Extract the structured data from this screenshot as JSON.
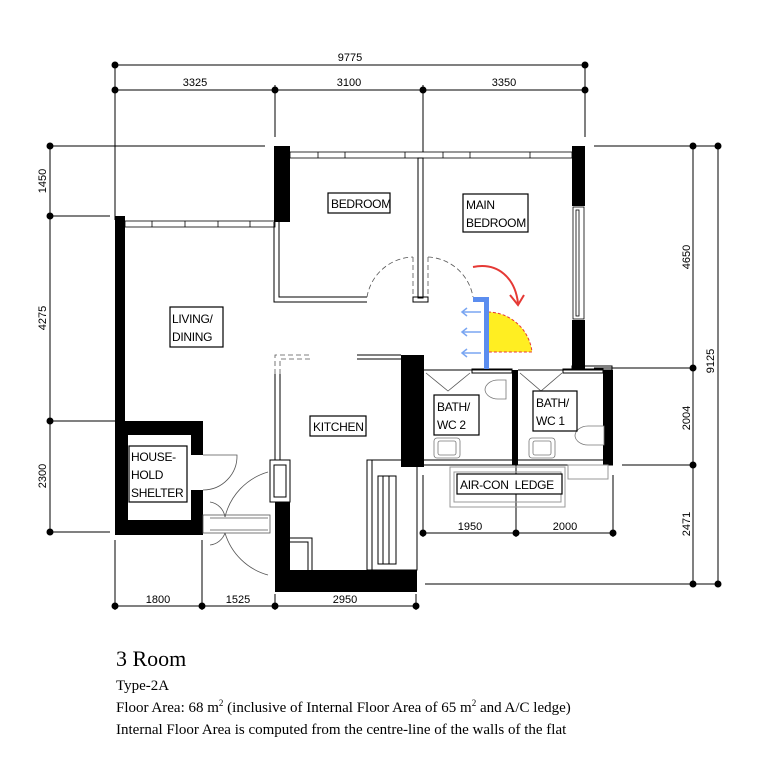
{
  "plan": {
    "dimensions": {
      "top_overall": "9775",
      "top_segments": [
        "3325",
        "3100",
        "3350"
      ],
      "left_segments": [
        "1450",
        "4275",
        "2300"
      ],
      "right_segments": [
        "4650",
        "2004",
        "2471"
      ],
      "right_overall": "9125",
      "bottom_segments": [
        "1800",
        "1525",
        "2950"
      ],
      "aircon_segments": [
        "1950",
        "2000"
      ]
    },
    "rooms": {
      "bedroom": [
        "BEDROOM"
      ],
      "main_bedroom": [
        "MAIN",
        "BEDROOM"
      ],
      "living_dining": [
        "LIVING/",
        "DINING"
      ],
      "kitchen": [
        "KITCHEN"
      ],
      "bath_wc2": [
        "BATH/",
        "WC  2"
      ],
      "bath_wc1": [
        "BATH/",
        "WC  1"
      ],
      "household_shelter": [
        "HOUSE-",
        "HOLD",
        "SHELTER"
      ],
      "aircon_ledge": "AIR-CON  LEDGE"
    },
    "annotation_colors": {
      "arrow_red": "#e53935",
      "wall_blue": "#5b8def",
      "swing_yellow": "#ffee22"
    }
  },
  "caption": {
    "title": "3 Room",
    "type": "Type-2A",
    "floor_area_prefix": "Floor Area: 68 m",
    "floor_area_mid": " (inclusive of Internal Floor Area of 65 m",
    "floor_area_suffix": " and A/C ledge)",
    "superscript": "2",
    "note": "Internal Floor Area is computed from the centre-line of the walls of the flat"
  }
}
